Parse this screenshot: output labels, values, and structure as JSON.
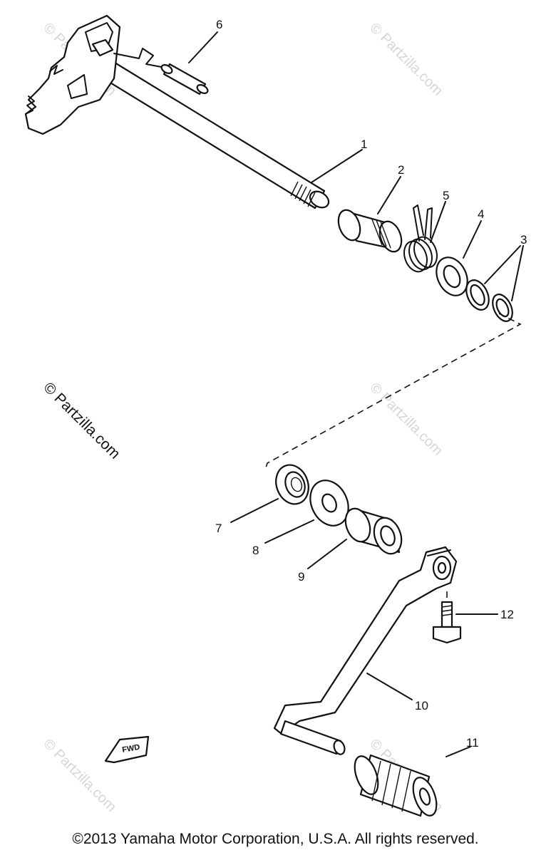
{
  "diagram": {
    "callouts": [
      {
        "id": "1",
        "label": "1"
      },
      {
        "id": "2",
        "label": "2"
      },
      {
        "id": "3",
        "label": "3"
      },
      {
        "id": "4",
        "label": "4"
      },
      {
        "id": "5",
        "label": "5"
      },
      {
        "id": "6",
        "label": "6"
      },
      {
        "id": "7",
        "label": "7"
      },
      {
        "id": "8",
        "label": "8"
      },
      {
        "id": "9",
        "label": "9"
      },
      {
        "id": "10",
        "label": "10"
      },
      {
        "id": "11",
        "label": "11"
      },
      {
        "id": "12",
        "label": "12"
      }
    ],
    "fwd_marker": "FWD"
  },
  "watermark": {
    "text": "© Partzilla.com"
  },
  "footer": {
    "copyright": "©2013  Yamaha Motor Corporation, U.S.A. All rights reserved."
  }
}
